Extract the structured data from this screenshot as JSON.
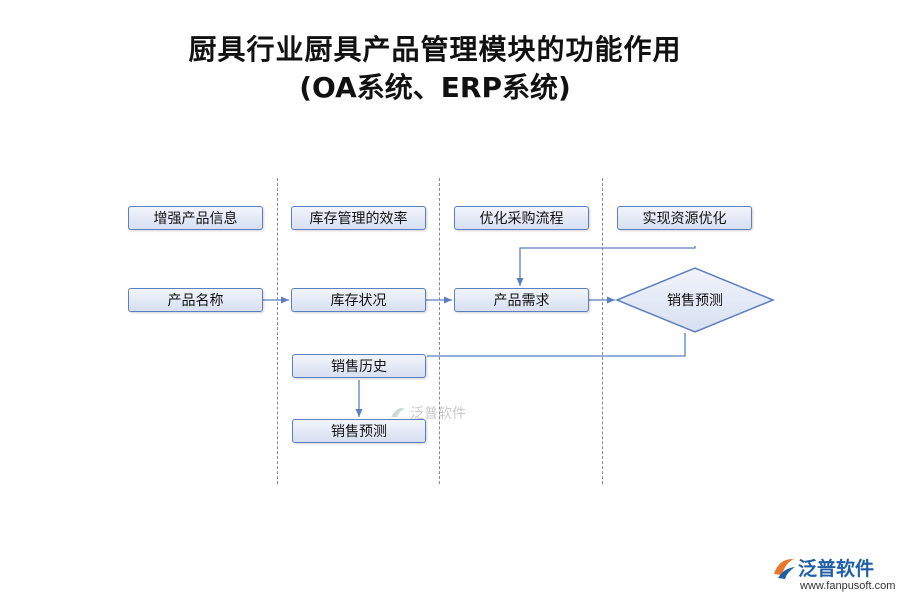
{
  "title": {
    "line1": "厨具行业厨具产品管理模块的功能作用",
    "line2": "(OA系统、ERP系统)"
  },
  "columns": [
    {
      "header": "增强产品信息"
    },
    {
      "header": "库存管理的效率"
    },
    {
      "header": "优化采购流程"
    },
    {
      "header": "实现资源优化"
    }
  ],
  "nodes": {
    "product_name": "产品名称",
    "inventory_status": "库存状况",
    "product_demand": "产品需求",
    "sales_forecast_diamond": "销售预测",
    "sales_history": "销售历史",
    "sales_forecast_box": "销售预测"
  },
  "watermark": {
    "text": "泛普软件"
  },
  "logo": {
    "name": "泛普软件",
    "url": "www.fanpusoft.com"
  },
  "colors": {
    "box_border": "#5b7fbf",
    "box_fill": "#dbe3f2",
    "arrow": "#5b7fbf",
    "logo_blue": "#1f5fa8",
    "logo_orange": "#e8772e"
  }
}
